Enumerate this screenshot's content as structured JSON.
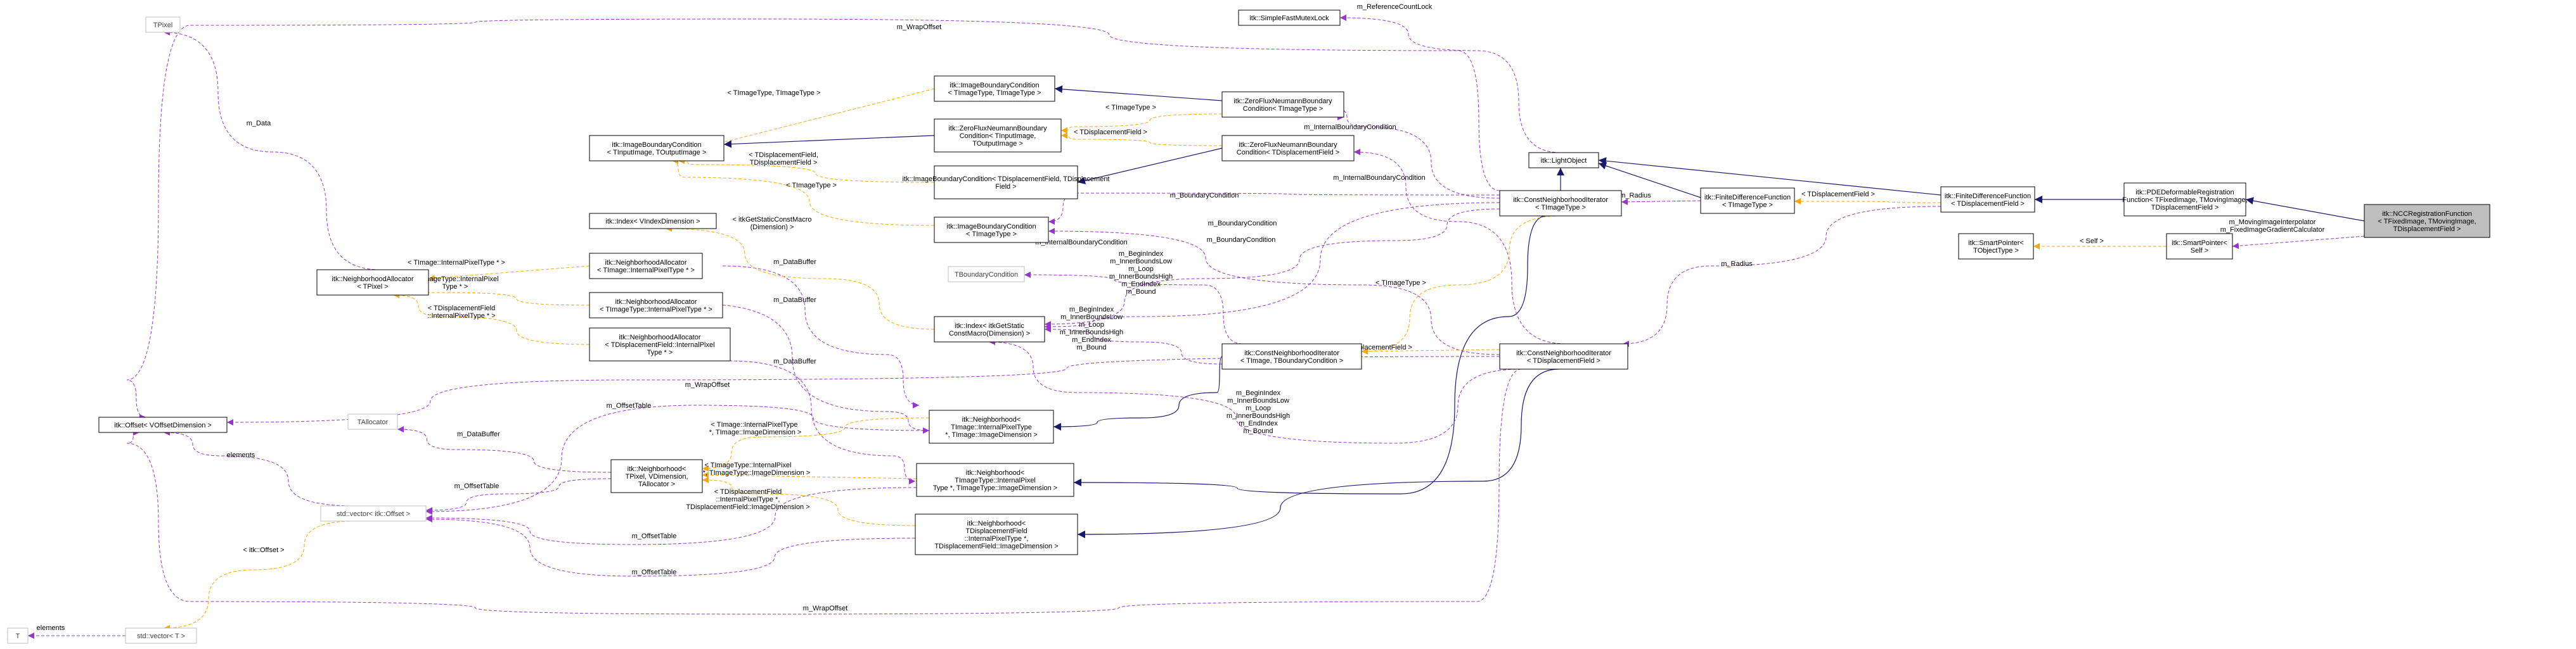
{
  "nodes": {
    "nccrf": [
      "itk::NCCRegistrationFunction",
      "< TFixedImage, TMovingImage,",
      "TDisplacementField >"
    ],
    "pdedrf": [
      "itk::PDEDeformableRegistration",
      "Function< TFixedImage, TMovingImage,",
      "TDisplacementField >"
    ],
    "fdf_disp": [
      "itk::FiniteDifferenceFunction",
      "< TDisplacementField >"
    ],
    "fdf_img": [
      "itk::FiniteDifferenceFunction",
      "< TImageType >"
    ],
    "lightobject": [
      "itk::LightObject"
    ],
    "mutexlock": [
      "itk::SimpleFastMutexLock"
    ],
    "sp_tobj": [
      "itk::SmartPointer<",
      "TObjectType >"
    ],
    "sp_self": [
      "itk::SmartPointer<",
      "Self >"
    ],
    "cni_img": [
      "itk::ConstNeighborhoodIterator",
      "< TImageType >"
    ],
    "cni_disp": [
      "itk::ConstNeighborhoodIterator",
      "< TDisplacementField >"
    ],
    "cni_tmpl": [
      "itk::ConstNeighborhoodIterator",
      "< TImage, TBoundaryCondition >"
    ],
    "zfn_img": [
      "itk::ZeroFluxNeumannBoundary",
      "Condition< TImageType >"
    ],
    "zfn_disp": [
      "itk::ZeroFluxNeumannBoundary",
      "Condition< TDisplacementField >"
    ],
    "zfn_tmpl": [
      "itk::ZeroFluxNeumannBoundary",
      "Condition< TInputImage,",
      "TOutputImage >"
    ],
    "ibc_tt": [
      "itk::ImageBoundaryCondition",
      "< TImageType, TImageType >"
    ],
    "ibc_disp": [
      "itk::ImageBoundaryCondition< TDisplacementField, TDisplacement",
      "Field >"
    ],
    "ibc_img": [
      "itk::ImageBoundaryCondition",
      "< TImageType >"
    ],
    "ibc_tmpl": [
      "itk::ImageBoundaryCondition",
      "< TInputImage, TOutputImage >"
    ],
    "tboundary": [
      "TBoundaryCondition"
    ],
    "index_vdim": [
      "itk::Index< VIndexDimension >"
    ],
    "index_static": [
      "itk::Index< itkGetStatic",
      "ConstMacro(Dimension) >"
    ],
    "na_img": [
      "itk::NeighborhoodAllocator",
      "< TImage::InternalPixelType * >"
    ],
    "na_imgtype": [
      "itk::NeighborhoodAllocator",
      "< TImageType::InternalPixelType * >"
    ],
    "na_disp": [
      "itk::NeighborhoodAllocator",
      "< TDisplacementField::InternalPixel",
      "Type * >"
    ],
    "na_tpixel": [
      "itk::NeighborhoodAllocator",
      "< TPixel >"
    ],
    "tpixel": [
      "TPixel"
    ],
    "offset_vdim": [
      "itk::Offset< VOffsetDimension >"
    ],
    "tallocator": [
      "TAllocator"
    ],
    "nb_tmpl": [
      "itk::Neighborhood<",
      "TPixel, VDimension,",
      "TAllocator >"
    ],
    "nb_img": [
      "itk::Neighborhood<",
      "TImage::InternalPixelType",
      "*, TImage::ImageDimension >"
    ],
    "nb_imgtype": [
      "itk::Neighborhood<",
      "TImageType::InternalPixel",
      "Type *, TImageType::ImageDimension >"
    ],
    "nb_disp": [
      "itk::Neighborhood<",
      "TDisplacementField",
      "::InternalPixelType *,",
      "TDisplacementField::ImageDimension >"
    ],
    "stdvec_offset": [
      "std::vector< itk::Offset >"
    ],
    "stdvec_t": [
      "std::vector< T >"
    ],
    "t": [
      "T"
    ]
  },
  "edge_labels": {
    "m_ReferenceCountLock": [
      "m_ReferenceCountLock"
    ],
    "m_WrapOffset_top": [
      "m_WrapOffset"
    ],
    "m_Data": [
      "m_Data"
    ],
    "ibc_tt_tpl": [
      "< TImageType, TImageType >"
    ],
    "zfn_img_tpl": [
      "< TImageType >"
    ],
    "zfn_disp_tpl": [
      "< TDisplacementField >"
    ],
    "ibc_disp_tpl": [
      "< TDisplacementField,",
      "TDisplacementField >"
    ],
    "ibc_img_tpl": [
      "< TImageType >"
    ],
    "m_InternalBoundaryCondition_img": [
      "m_InternalBoundaryCondition"
    ],
    "m_InternalBoundaryCondition_disp": [
      "m_InternalBoundaryCondition"
    ],
    "m_InternalBoundaryCondition_tmpl": [
      "m_InternalBoundaryCondition"
    ],
    "m_BoundaryCondition_1": [
      "m_BoundaryCondition"
    ],
    "m_BoundaryCondition_2": [
      "m_BoundaryCondition"
    ],
    "m_BoundaryCondition_3": [
      "m_BoundaryCondition"
    ],
    "m_Radius_1": [
      "m_Radius"
    ],
    "m_Radius_2": [
      "m_Radius"
    ],
    "fdf_disp_tpl": [
      "< TDisplacementField >"
    ],
    "m_Moving": [
      "m_MovingImageInterpolator",
      "m_FixedImageGradientCalculator"
    ],
    "self_tpl": [
      "< Self >"
    ],
    "index_static_tpl": [
      "< itkGetStaticConstMacro",
      "(Dimension) >"
    ],
    "na_img_tpl": [
      "< TImage::InternalPixelType * >"
    ],
    "na_imgtype_tpl": [
      "< TImageType::InternalPixel",
      "Type * >"
    ],
    "na_disp_tpl": [
      "< TDisplacementField",
      "::InternalPixelType * >"
    ],
    "m_DataBuffer_1": [
      "m_DataBuffer"
    ],
    "m_DataBuffer_2": [
      "m_DataBuffer"
    ],
    "m_DataBuffer_3": [
      "m_DataBuffer"
    ],
    "m_DataBuffer_4": [
      "m_DataBuffer"
    ],
    "m_BeginIndex_1": [
      "m_BeginIndex",
      "m_InnerBoundsLow",
      "m_Loop",
      "m_InnerBoundsHigh",
      "m_EndIndex",
      "m_Bound"
    ],
    "m_BeginIndex_2": [
      "m_BeginIndex",
      "m_InnerBoundsLow",
      "m_Loop",
      "m_InnerBoundsHigh",
      "m_EndIndex",
      "m_Bound"
    ],
    "m_BeginIndex_3": [
      "m_BeginIndex",
      "m_InnerBoundsLow",
      "m_Loop",
      "m_InnerBoundsHigh",
      "m_EndIndex",
      "m_Bound"
    ],
    "cni_tmpl_tpl_img": [
      "< TImageType >"
    ],
    "cni_tmpl_tpl_disp": [
      "< TDisplacementField >"
    ],
    "m_WrapOffset_mid": [
      "m_WrapOffset"
    ],
    "m_OffsetTable_1": [
      "m_OffsetTable"
    ],
    "m_OffsetTable_2": [
      "m_OffsetTable"
    ],
    "m_OffsetTable_3": [
      "m_OffsetTable"
    ],
    "m_OffsetTable_4": [
      "m_OffsetTable"
    ],
    "nb_img_tpl": [
      "< TImage::InternalPixelType",
      " *, TImage::ImageDimension >"
    ],
    "nb_imgtype_tpl": [
      "< TImageType::InternalPixel",
      "Type *, TImageType::ImageDimension >"
    ],
    "nb_disp_tpl": [
      "< TDisplacementField",
      "::InternalPixelType *,",
      "TDisplacementField::ImageDimension >"
    ],
    "elements_1": [
      "elements"
    ],
    "offset_tpl": [
      "< itk::Offset >"
    ],
    "elements_2": [
      "elements"
    ],
    "m_WrapOffset_bottom": [
      "m_WrapOffset"
    ]
  }
}
